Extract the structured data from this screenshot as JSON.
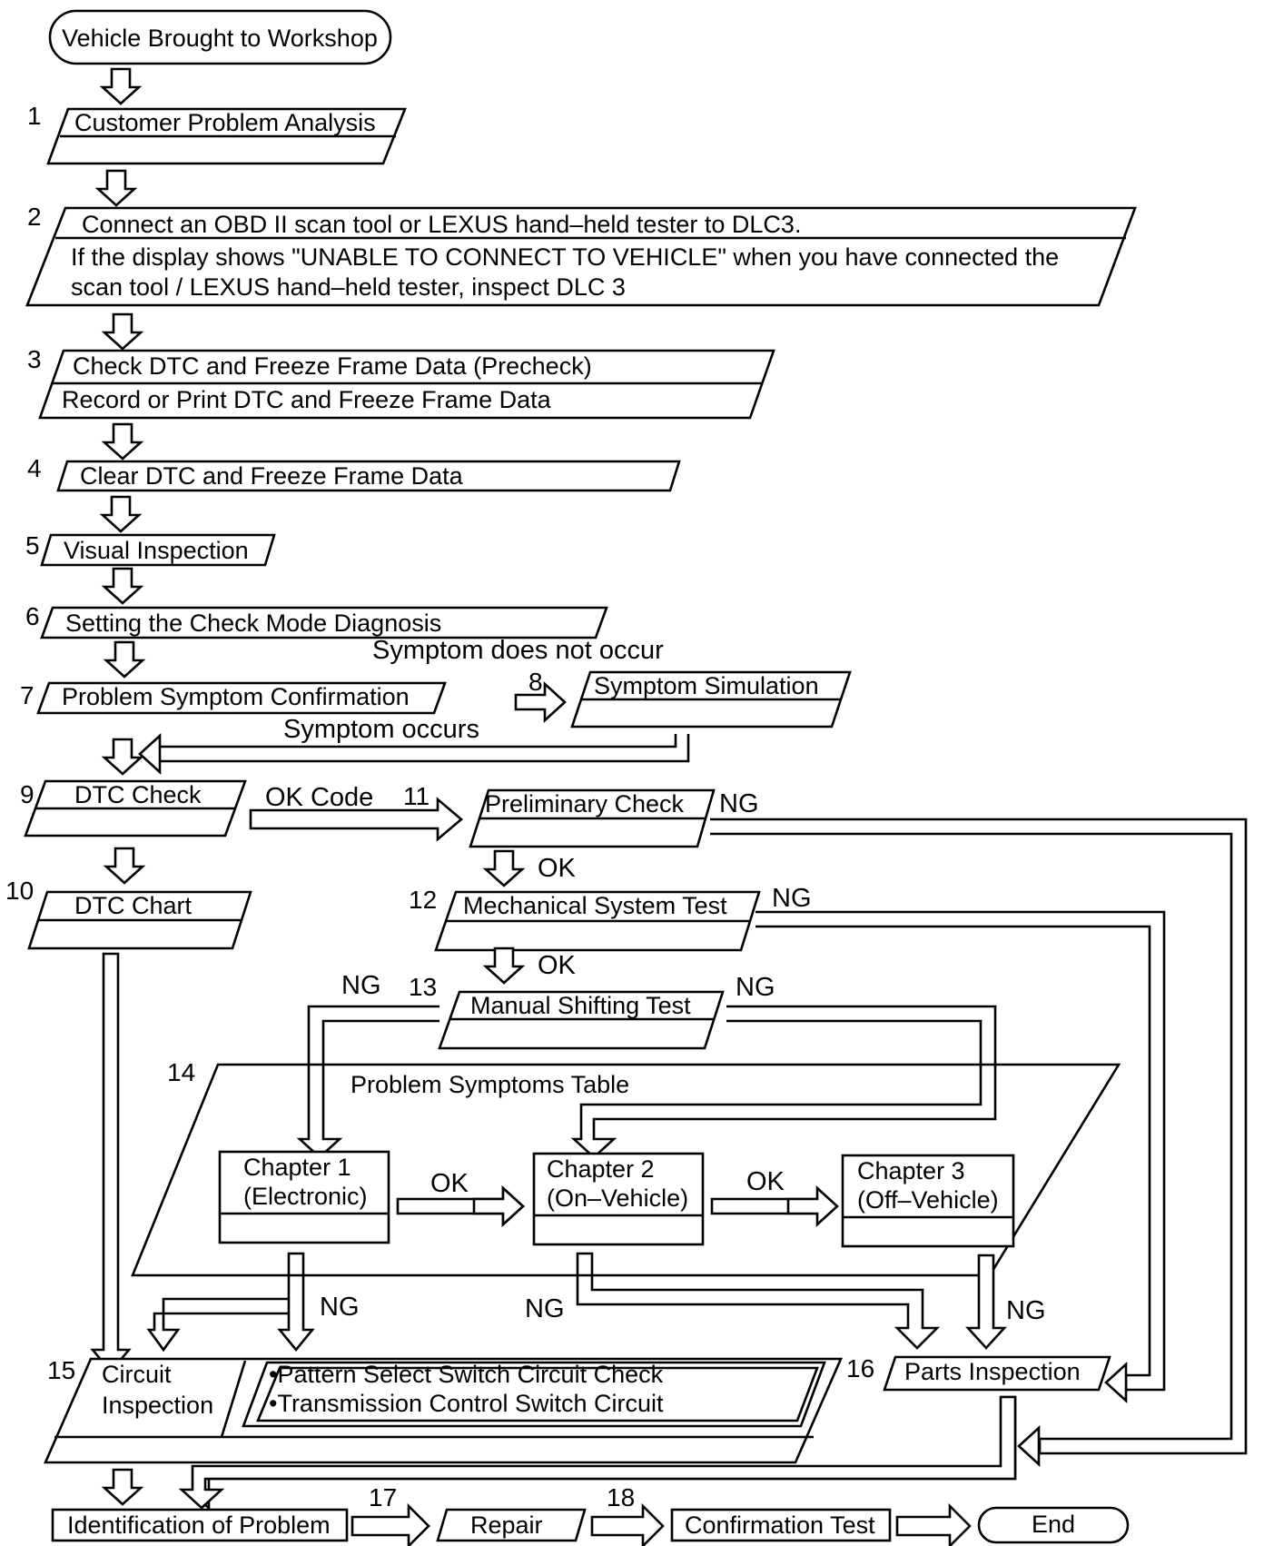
{
  "steps": {
    "start": "Vehicle Brought to Workshop",
    "s1": {
      "num": "1",
      "text": "Customer Problem Analysis"
    },
    "s2": {
      "num": "2",
      "line1": "Connect an OBD II scan tool or LEXUS hand–held tester to DLC3.",
      "line2": "If the display shows \"UNABLE TO CONNECT TO VEHICLE\" when you have connected the",
      "line3": "scan tool / LEXUS hand–held tester, inspect DLC 3"
    },
    "s3": {
      "num": "3",
      "line1": "Check DTC and Freeze Frame Data (Precheck)",
      "line2": "Record or Print DTC and Freeze Frame Data"
    },
    "s4": {
      "num": "4",
      "text": "Clear DTC and Freeze Frame Data"
    },
    "s5": {
      "num": "5",
      "text": "Visual Inspection"
    },
    "s6": {
      "num": "6",
      "text": "Setting the Check Mode Diagnosis"
    },
    "s7": {
      "num": "7",
      "text": "Problem Symptom Confirmation"
    },
    "s8": {
      "num": "8",
      "text": "Symptom Simulation"
    },
    "s9": {
      "num": "9",
      "text": "DTC Check"
    },
    "s10": {
      "num": "10",
      "text": "DTC Chart"
    },
    "s11": {
      "num": "11",
      "text": "Preliminary Check"
    },
    "s12": {
      "num": "12",
      "text": "Mechanical System Test"
    },
    "s13": {
      "num": "13",
      "text": "Manual Shifting Test"
    },
    "s14": {
      "num": "14",
      "title": "Problem Symptoms Table",
      "ch1": {
        "line1": "Chapter 1",
        "line2": "(Electronic)"
      },
      "ch2": {
        "line1": "Chapter 2",
        "line2": "(On–Vehicle)"
      },
      "ch3": {
        "line1": "Chapter 3",
        "line2": "(Off–Vehicle)"
      }
    },
    "s15": {
      "num": "15",
      "line1": "Circuit",
      "line2": "Inspection",
      "item1": "•Pattern Select Switch Circuit Check",
      "item2": "•Transmission Control Switch Circuit"
    },
    "s16": {
      "num": "16",
      "text": "Parts Inspection"
    },
    "identification": "Identification of Problem",
    "s17": {
      "num": "17",
      "text": "Repair"
    },
    "s18": {
      "num": "18",
      "text": "Confirmation Test"
    },
    "end": "End"
  },
  "branches": {
    "not_occur": "Symptom does not occur",
    "occurs": "Symptom occurs",
    "ok_code": "OK Code",
    "ok": "OK",
    "ng": "NG"
  }
}
